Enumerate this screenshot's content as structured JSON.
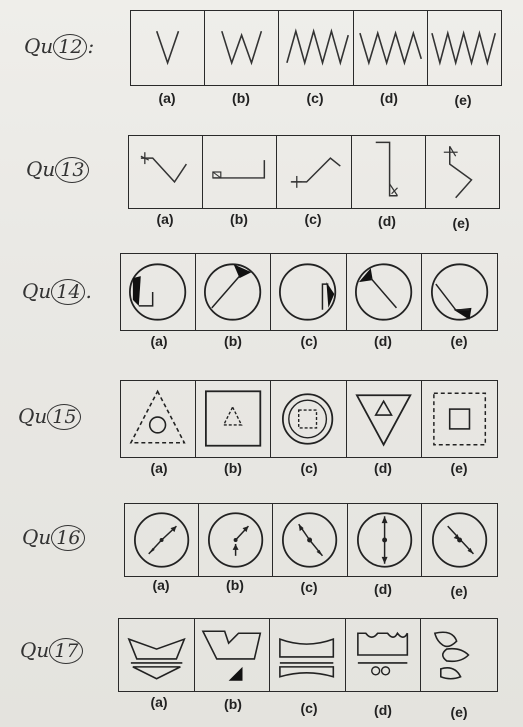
{
  "questions": [
    {
      "label": "Qu",
      "num": "12",
      "colon": ":"
    },
    {
      "label": "Qu",
      "num": "13",
      "colon": ""
    },
    {
      "label": "Qu",
      "num": "14",
      "colon": "."
    },
    {
      "label": "Qu",
      "num": "15",
      "colon": ""
    },
    {
      "label": "Qu",
      "num": "16",
      "colon": ""
    },
    {
      "label": "Qu",
      "num": "17",
      "colon": ""
    }
  ],
  "options": [
    "(a)",
    "(b)",
    "(c)",
    "(d)",
    "(e)"
  ]
}
